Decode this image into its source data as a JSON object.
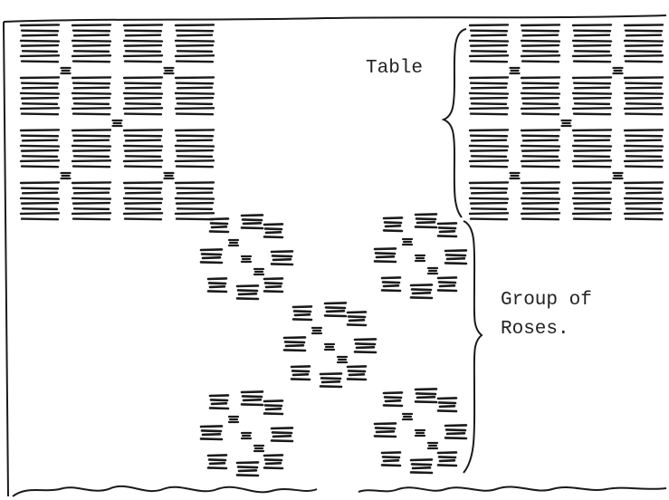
{
  "labels": {
    "table": "Table",
    "roses_line1": "Group of",
    "roses_line2": "Roses."
  },
  "ink_color": "#1a1a1a",
  "paper_color": "#ffffff"
}
